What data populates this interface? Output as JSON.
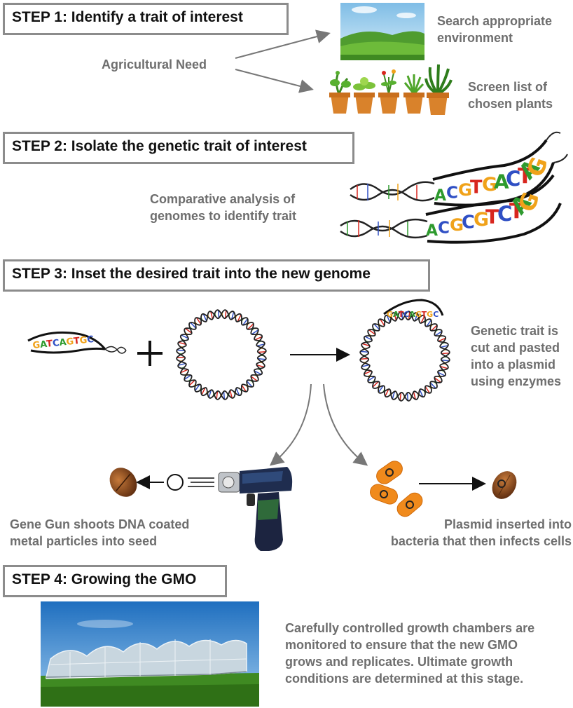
{
  "step1": {
    "title": "STEP 1: Identify a trait of interest",
    "need": "Agricultural Need",
    "env": "Search appropriate\nenvironment",
    "plants": "Screen list of\nchosen plants"
  },
  "step2": {
    "title": "STEP 2: Isolate the genetic trait of interest",
    "desc": "Comparative analysis of\ngenomes to identify trait",
    "seq1": [
      "A",
      "C",
      "G",
      "T",
      "G",
      "A",
      "C",
      "T",
      "A",
      "G"
    ],
    "seq2": [
      "A",
      "C",
      "G",
      "C",
      "G",
      "T",
      "C",
      "T",
      "A",
      "G"
    ]
  },
  "step3": {
    "title": "STEP 3: Inset the desired trait into the new genome",
    "plasmid_desc": "Genetic trait is\ncut and pasted\ninto a plasmid\nusing enzymes",
    "gene_gun": "Gene Gun shoots DNA coated\nmetal particles into seed",
    "bacteria": "Plasmid inserted into\nbacteria that then infects cells",
    "insert_seq": "GATCAGTGC"
  },
  "step4": {
    "title": "STEP 4: Growing the GMO",
    "desc": "Carefully controlled growth chambers are\nmonitored to ensure that the new GMO\ngrows and replicates. Ultimate growth\nconditions are determined at this stage."
  },
  "colors": {
    "box_border": "#8c8c8c",
    "text_gray": "#6e6e6e",
    "arrow_gray": "#777777",
    "A": "#2e9a2e",
    "C": "#2f4fc4",
    "G": "#f0a21a",
    "T": "#d8261e",
    "bacteria": "#f08a1c"
  }
}
